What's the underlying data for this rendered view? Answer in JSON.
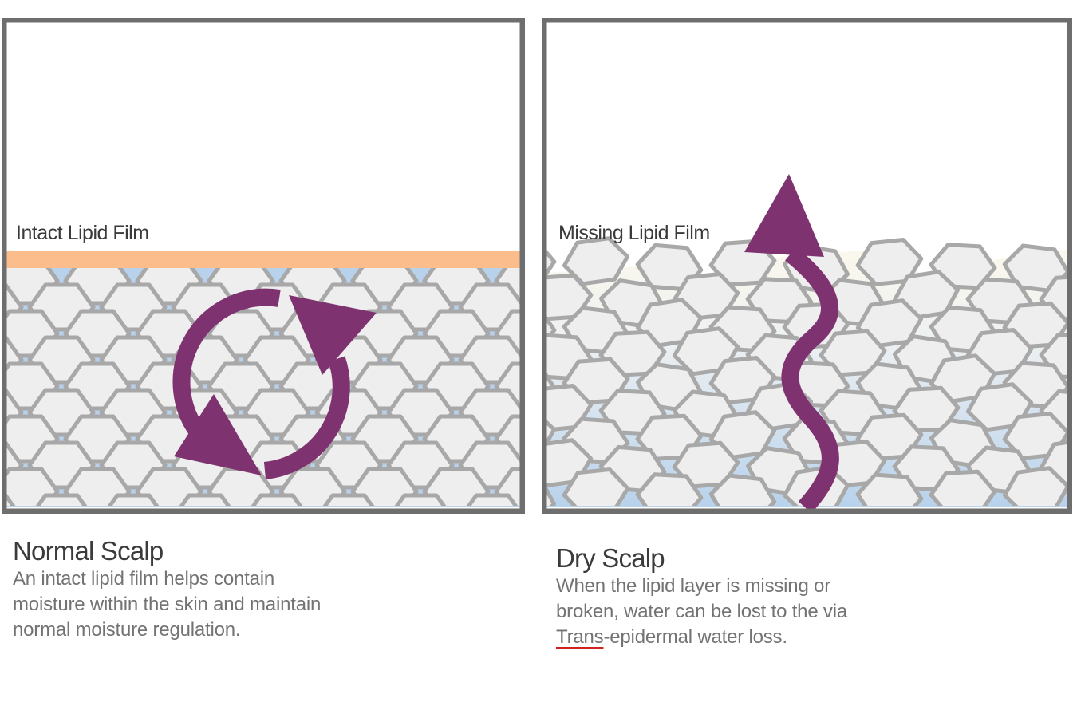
{
  "normal": {
    "film_label": "Intact Lipid Film",
    "title": "Normal Scalp",
    "description": "An intact lipid film helps contain moisture within the skin and maintain normal moisture regulation."
  },
  "dry": {
    "film_label": "Missing Lipid Film",
    "title": "Dry Scalp",
    "description_before": "When the lipid layer is missing or broken, water can be lost to the via ",
    "description_underlined": "Trans",
    "description_after": "-epidermal water loss."
  },
  "colors": {
    "frame": "#6e6e6e",
    "lipid_film": "#fbbd8c",
    "cell_fill": "#eeeeee",
    "cell_stroke": "#a8a8a8",
    "tissue_blue": "#b8d2ec",
    "arrow_purple": "#7e3370"
  },
  "icons": [
    "circular-arrows-icon",
    "wavy-up-arrow-icon"
  ]
}
